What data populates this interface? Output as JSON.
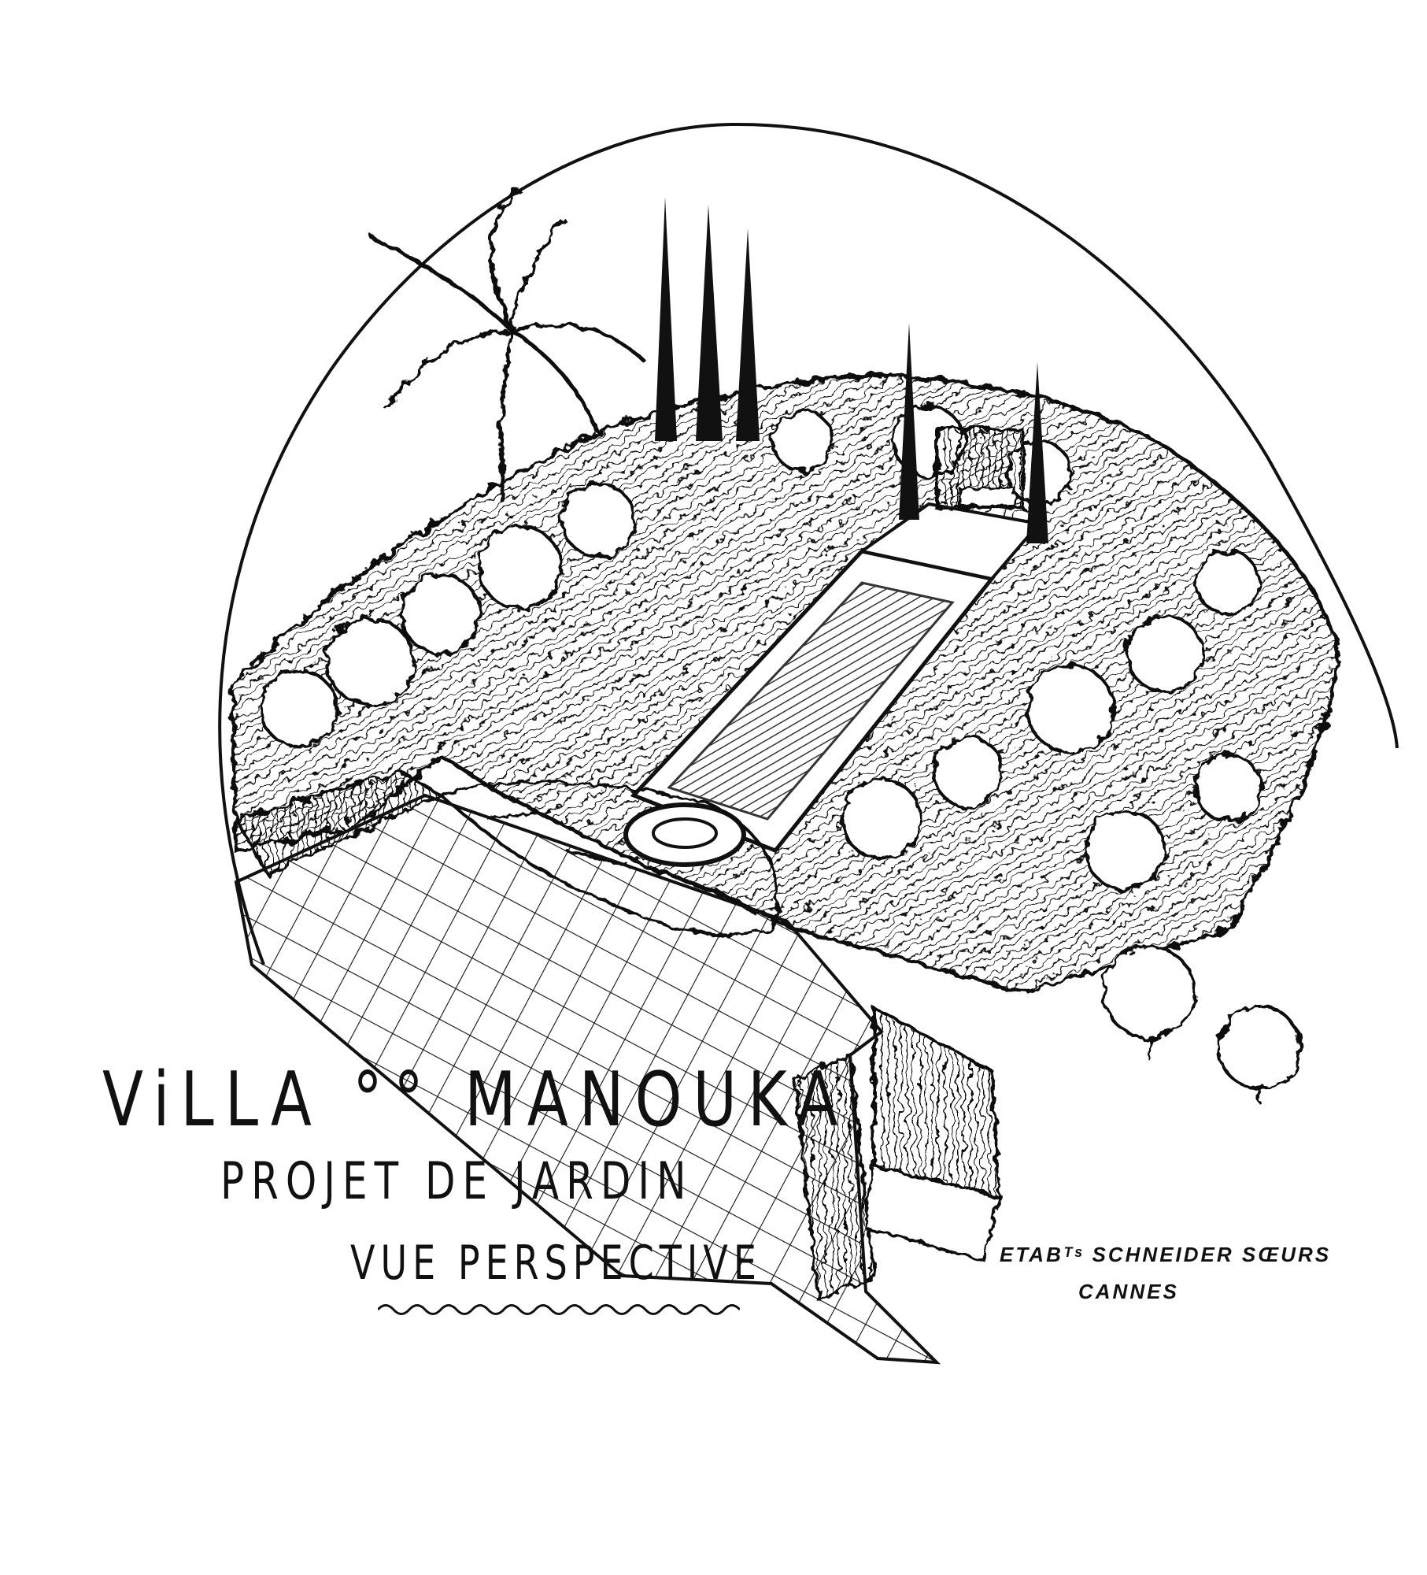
{
  "drawing": {
    "title": "ViLLA °° MANOUKA",
    "subtitle": "PROJET DE JARDIN",
    "view": "VUE PERSPECTIVE",
    "maker": "ETABᵀˢ SCHNEIDER SŒURS",
    "city": "CANNES"
  }
}
